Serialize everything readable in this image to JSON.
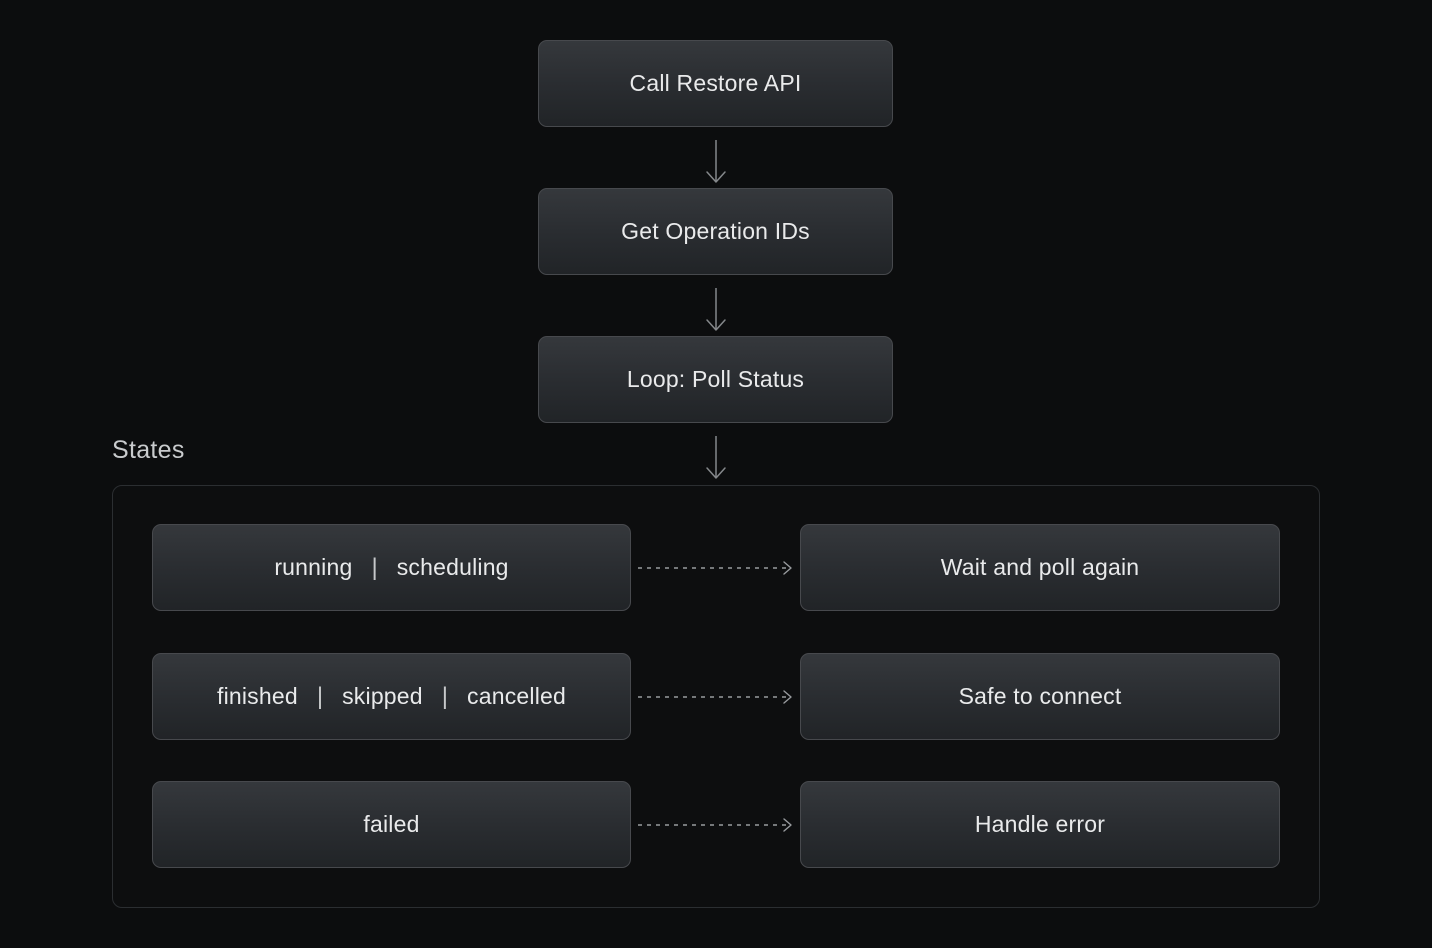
{
  "diagram": {
    "flow": {
      "nodes": [
        {
          "label": "Call Restore API"
        },
        {
          "label": "Get Operation IDs"
        },
        {
          "label": "Loop: Poll Status"
        }
      ]
    },
    "states_section": {
      "title": "States",
      "separator": "|",
      "rows": [
        {
          "states": [
            "running",
            "scheduling"
          ],
          "action": "Wait and poll again"
        },
        {
          "states": [
            "finished",
            "skipped",
            "cancelled"
          ],
          "action": "Safe to connect"
        },
        {
          "states": [
            "failed"
          ],
          "action": "Handle error"
        }
      ]
    },
    "colors": {
      "background": "#0c0d0e",
      "node_fill_top": "#35383c",
      "node_fill_bottom": "#212427",
      "node_border": "#47494d",
      "container_border": "#2b2e31",
      "text": "#e9eaeb",
      "title_text": "#c9cbcd",
      "solid_arrow": "#85888b",
      "dashed_arrow": "#989b9e"
    }
  }
}
